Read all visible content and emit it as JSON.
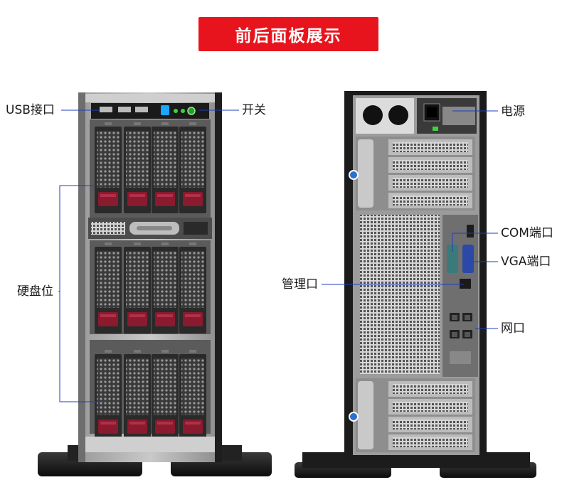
{
  "title": "前后面板展示",
  "front_labels": {
    "usb": "USB接口",
    "power_switch": "开关",
    "drive_bays": "硬盘位"
  },
  "rear_labels": {
    "power_supply": "电源",
    "com_port": "COM端口",
    "vga_port": "VGA端口",
    "management_port": "管理口",
    "network_ports": "网口"
  },
  "colors": {
    "banner": "#e8141d",
    "callout_line": "#1c3fbf",
    "drive_handle": "#8a1a2e"
  }
}
